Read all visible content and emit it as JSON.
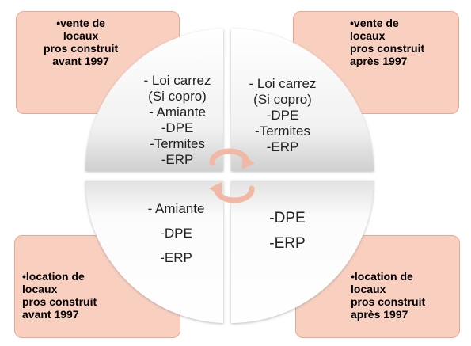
{
  "boxes": {
    "top_left": {
      "lines": [
        "•vente de",
        "locaux",
        "pros construit",
        "avant 1997"
      ]
    },
    "top_right": {
      "lines": [
        "•vente de",
        "locaux",
        "pros construit",
        "après 1997"
      ]
    },
    "bottom_left": {
      "lines": [
        "•location de",
        "locaux",
        "pros construit",
        "avant 1997"
      ]
    },
    "bottom_right": {
      "lines": [
        "•location de",
        "locaux",
        "pros construit",
        "après 1997"
      ]
    }
  },
  "quadrants": {
    "top_left": {
      "lines": [
        "- Loi carrez",
        "(Si copro)",
        "- Amiante",
        "-DPE",
        "-Termites",
        "-ERP"
      ]
    },
    "top_right": {
      "lines": [
        "- Loi carrez",
        "(Si copro)",
        "-DPE",
        "-Termites",
        "-ERP"
      ]
    },
    "bottom_left": {
      "lines": [
        "- Amiante",
        "-DPE",
        "-ERP"
      ]
    },
    "bottom_right": {
      "lines": [
        "-DPE",
        "-ERP"
      ]
    }
  },
  "colors": {
    "box_fill": "#f9cfc0",
    "box_border": "#e8a895",
    "arrow": "#f2b8a6",
    "segment_edge": "#f4f4f4",
    "segment_shade": "#cfcfcf"
  }
}
